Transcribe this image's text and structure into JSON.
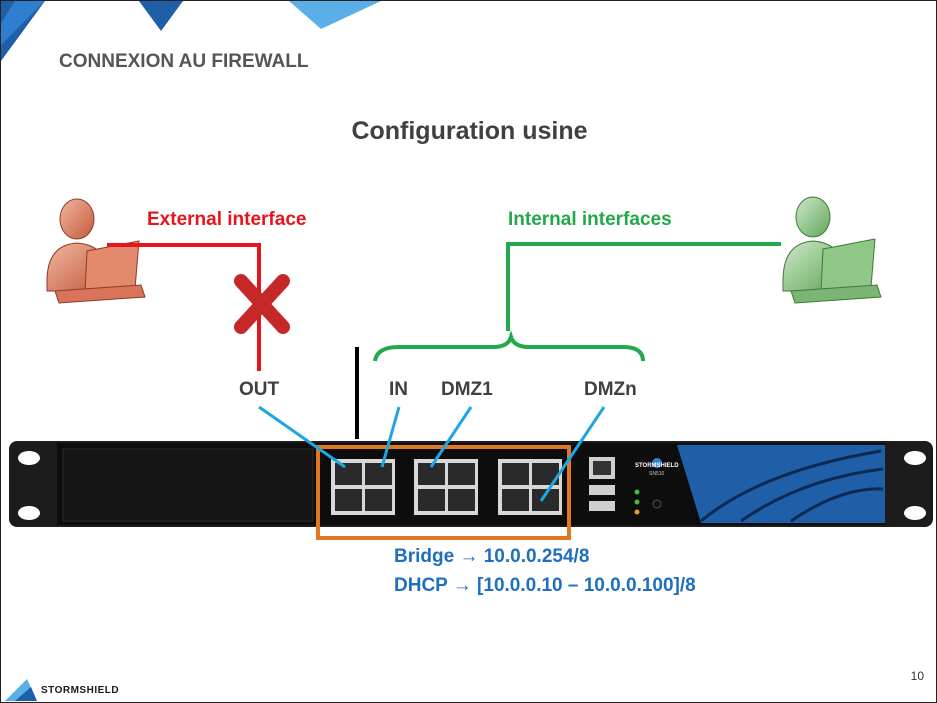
{
  "section_title": "CONNEXION AU FIREWALL",
  "slide_title": "Configuration usine",
  "external_label": "External interface",
  "internal_label": "Internal interfaces",
  "ports": {
    "out": "OUT",
    "in": "IN",
    "dmz1": "DMZ1",
    "dmzn": "DMZn"
  },
  "network": {
    "bridge": "Bridge → 10.0.0.254/8",
    "dhcp": "DHCP → [10.0.0.10 – 10.0.0.100]/8"
  },
  "device_brand": "STORMSHIELD",
  "device_model": "SN510",
  "page_number": "10",
  "footer_brand": "STORMSHIELD",
  "colors": {
    "external": "#e8141c",
    "internal": "#22a94b",
    "pointer": "#1fa6e0",
    "highlight": "#e07822",
    "accent_blue": "#1f5fa8",
    "blocked_x": "#c42828"
  },
  "icons": [
    "user-external-icon",
    "user-internal-icon",
    "blocked-x-icon"
  ]
}
